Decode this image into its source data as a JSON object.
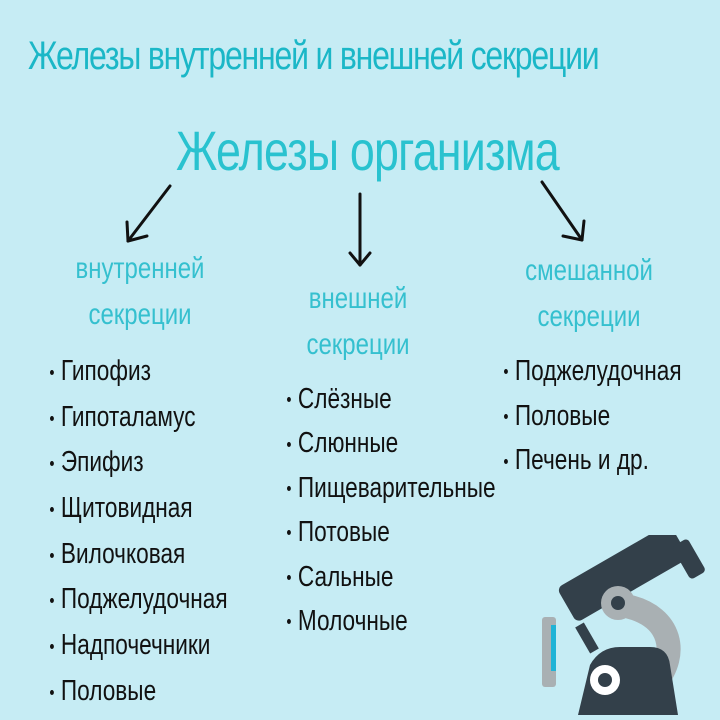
{
  "title": "Железы внутренней и внешней секреции",
  "root": "Железы организма",
  "branches": [
    {
      "label_line1": "внутренней",
      "label_line2": "секреции",
      "items": [
        "Гипофиз",
        "Гипоталамус",
        "Эпифиз",
        "Щитовидная",
        "Вилочковая",
        "Поджелудочная",
        "Надпочечники",
        "Половые"
      ]
    },
    {
      "label_line1": "внешней",
      "label_line2": "секреции",
      "items": [
        "Слёзные",
        "Слюнные",
        "Пищеварительные",
        "Потовые",
        "Сальные",
        "Молочные"
      ]
    },
    {
      "label_line1": "смешанной",
      "label_line2": "секреции",
      "items": [
        "Поджелудочная",
        "Половые",
        "Печень  и др."
      ]
    }
  ],
  "icons": [
    "arrow-down-left-icon",
    "arrow-down-icon",
    "arrow-down-right-icon",
    "microscope-icon"
  ],
  "colors": {
    "background": "#c6ecf4",
    "title": "#1bb7c7",
    "accent": "#29c2cf",
    "text": "#111111",
    "microscope_dark": "#33404a",
    "microscope_grey": "#a9b0b3"
  }
}
